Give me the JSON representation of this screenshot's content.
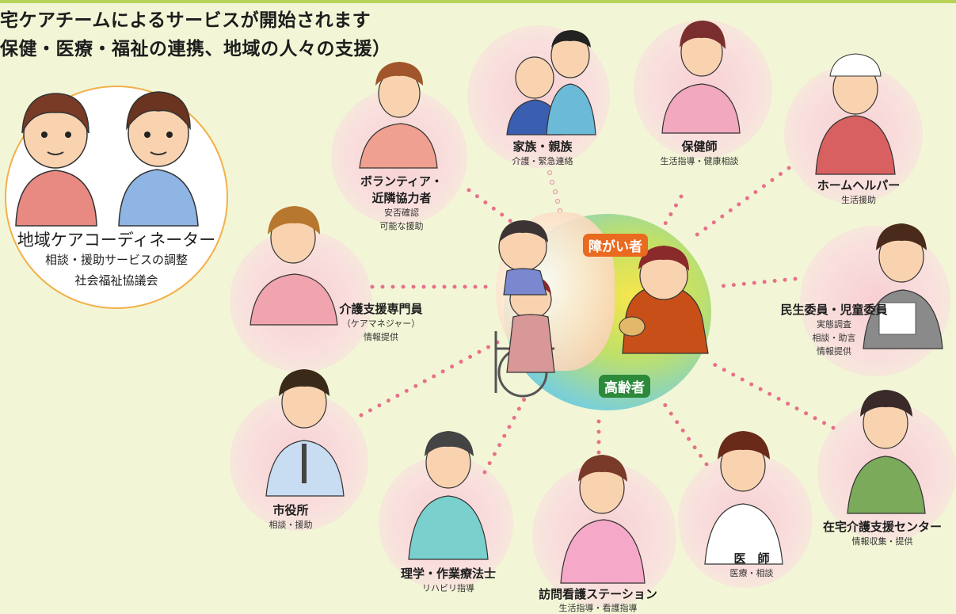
{
  "title": {
    "line1": "宅ケアチームによるサービスが開始されます",
    "line2": "保健・医療・福祉の連携、地域の人々の支援）"
  },
  "coordinator": {
    "title": "地域ケアコーディネーター",
    "line1": "相談・援助サービスの調整",
    "line2": "社会福祉協議会"
  },
  "center": {
    "disabled": "障がい者",
    "elderly": "高齢者"
  },
  "nodes": [
    {
      "name": "家族・親族",
      "lines": [
        "介護・緊急連絡"
      ]
    },
    {
      "name": "保健師",
      "lines": [
        "生活指導・健康相談"
      ]
    },
    {
      "name": "ホームヘルパー",
      "lines": [
        "生活援助"
      ]
    },
    {
      "name": "ボランティア・",
      "lines": [
        "近隣協力者",
        "安否確認",
        "可能な援助"
      ]
    },
    {
      "name": "介護支援専門員",
      "lines": [
        "（ケアマネジャー）",
        "情報提供"
      ]
    },
    {
      "name": "民生委員・児童委員",
      "lines": [
        "実態調査",
        "相談・助言",
        "情報提供"
      ]
    },
    {
      "name": "市役所",
      "lines": [
        "相談・援助"
      ]
    },
    {
      "name": "理学・作業療法士",
      "lines": [
        "リハビリ指導"
      ]
    },
    {
      "name": "訪問看護ステーション",
      "lines": [
        "生活指導・看護指導"
      ]
    },
    {
      "name": "医　師",
      "lines": [
        "医療・相談"
      ]
    },
    {
      "name": "在宅介護支援センター",
      "lines": [
        "情報収集・提供"
      ]
    }
  ],
  "colors": {
    "background": "#f2f6d6",
    "dots": "#e8708a",
    "halo": "#f8cdd2",
    "disabled_badge": "#ea6a1f",
    "elderly_badge": "#2c8a3a",
    "coordinator_border": "#f3b04a"
  }
}
